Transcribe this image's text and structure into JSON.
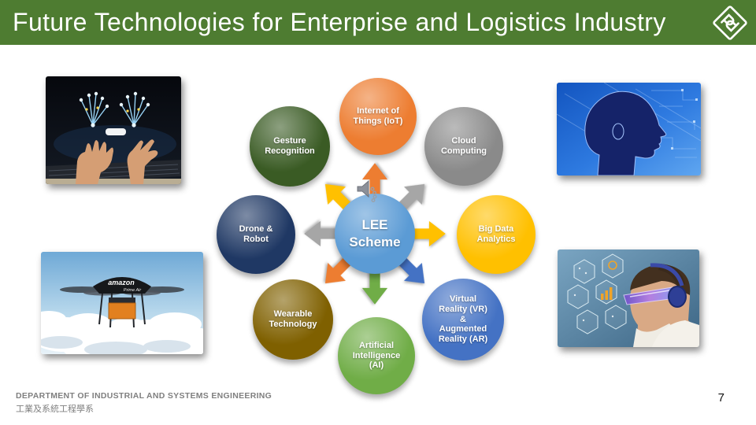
{
  "slide": {
    "title": "Future Technologies for Enterprise and Logistics Industry",
    "page_number": "7",
    "footer": {
      "line1": "DEPARTMENT OF INDUSTRIAL AND SYSTEMS ENGINEERING",
      "line2": "工業及系統工程學系"
    },
    "theme": {
      "header_green": "#4E7C31",
      "background": "#FFFFFF"
    },
    "logo_icon": "polyu-logo-icon"
  },
  "diagram": {
    "center": {
      "label": "LEE\nScheme",
      "color": "#5B9BD5"
    },
    "nodes": [
      {
        "label": "Internet of\nThings (IoT)",
        "color": "#ED7D31",
        "position": "top"
      },
      {
        "label": "Cloud\nComputing",
        "color": "#8A8A8A",
        "position": "top-right"
      },
      {
        "label": "Big Data\nAnalytics",
        "color": "#FFC000",
        "position": "right"
      },
      {
        "label": "Virtual\nReality (VR)\n&\nAugmented\nReality (AR)",
        "color": "#4472C4",
        "position": "bottom-right"
      },
      {
        "label": "Artificial\nIntelligence\n(AI)",
        "color": "#70AD47",
        "position": "bottom"
      },
      {
        "label": "Wearable\nTechnology",
        "color": "#7F6000",
        "position": "bottom-left"
      },
      {
        "label": "Drone &\nRobot",
        "color": "#1F3864",
        "position": "left"
      },
      {
        "label": "Gesture\nRecognition",
        "color": "#3A5B24",
        "position": "top-left"
      }
    ],
    "arrows": [
      {
        "direction": "up",
        "color": "#ED7D31"
      },
      {
        "direction": "up-right",
        "color": "#A6A6A6"
      },
      {
        "direction": "right",
        "color": "#FFC000"
      },
      {
        "direction": "down-right",
        "color": "#4472C4"
      },
      {
        "direction": "down",
        "color": "#70AD47"
      },
      {
        "direction": "down-left",
        "color": "#ED7D31"
      },
      {
        "direction": "left",
        "color": "#A6A6A6"
      },
      {
        "direction": "up-left",
        "color": "#FFC000"
      }
    ],
    "audio_icon": "speaker-icon"
  },
  "images": {
    "top_left": {
      "alt": "Hands over a laptop with glowing holographic wireframe hands (gesture recognition)"
    },
    "top_right": {
      "alt": "Wireframe human head profile on blue circuit-board background"
    },
    "bottom_left": {
      "alt": "Amazon Prime Air delivery drone carrying an orange parcel above clouds",
      "brand_1": "amazon",
      "brand_2": "Prime Air"
    },
    "bottom_right": {
      "alt": "Man wearing futuristic smart glasses and headphones viewing holographic hexagon charts"
    }
  }
}
